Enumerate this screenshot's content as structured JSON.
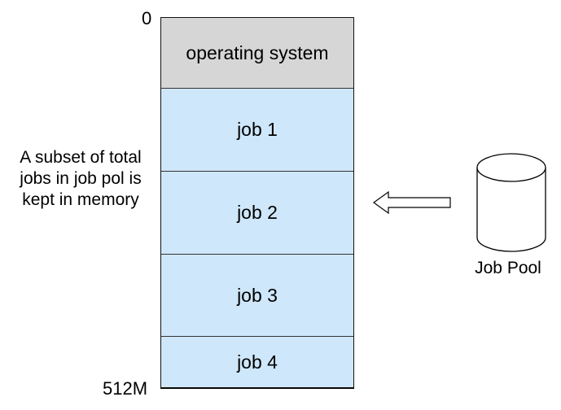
{
  "memory": {
    "top_address": "0",
    "bottom_address": "512M",
    "segments": [
      {
        "label": "operating system"
      },
      {
        "label": "job 1"
      },
      {
        "label": "job 2"
      },
      {
        "label": "job 3"
      },
      {
        "label": "job 4"
      }
    ]
  },
  "note": "A subset of total jobs in job pol is kept in memory",
  "job_pool": {
    "label": "Job Pool",
    "icon": "database-cylinder-icon"
  },
  "colors": {
    "os_segment": "#d6d6d6",
    "job_segment": "#cfe7fa"
  }
}
